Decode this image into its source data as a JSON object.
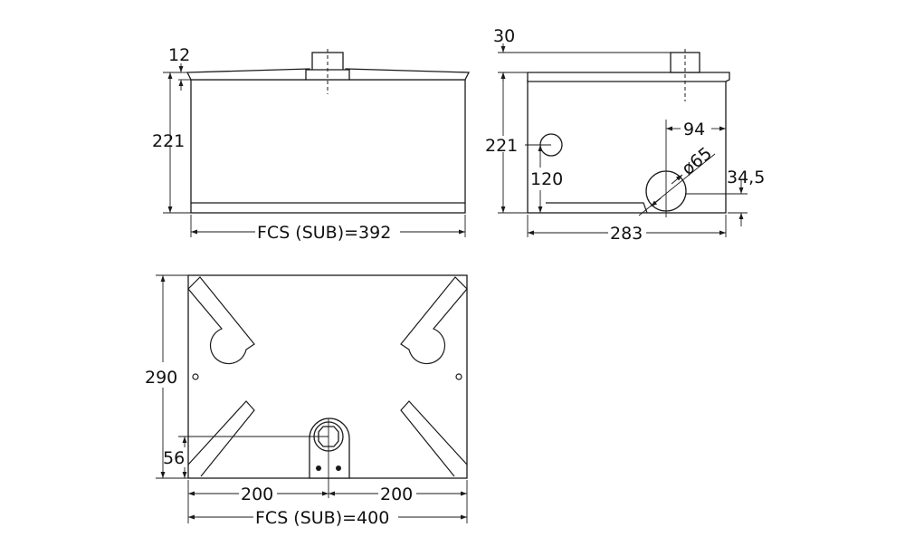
{
  "front_view": {
    "lid_thickness_label": "12",
    "height_label": "221",
    "width_label": "FCS (SUB)=392"
  },
  "side_view": {
    "top_offset_label": "30",
    "height_label": "221",
    "hole_height_label": "120",
    "hole_offset_label": "94",
    "hole_diameter_label": "ø65",
    "base_offset_label": "34,5",
    "depth_label": "283"
  },
  "top_view": {
    "depth_label": "290",
    "outlet_offset_label": "56",
    "left_half_label": "200",
    "right_half_label": "200",
    "width_label": "FCS (SUB)=400"
  }
}
